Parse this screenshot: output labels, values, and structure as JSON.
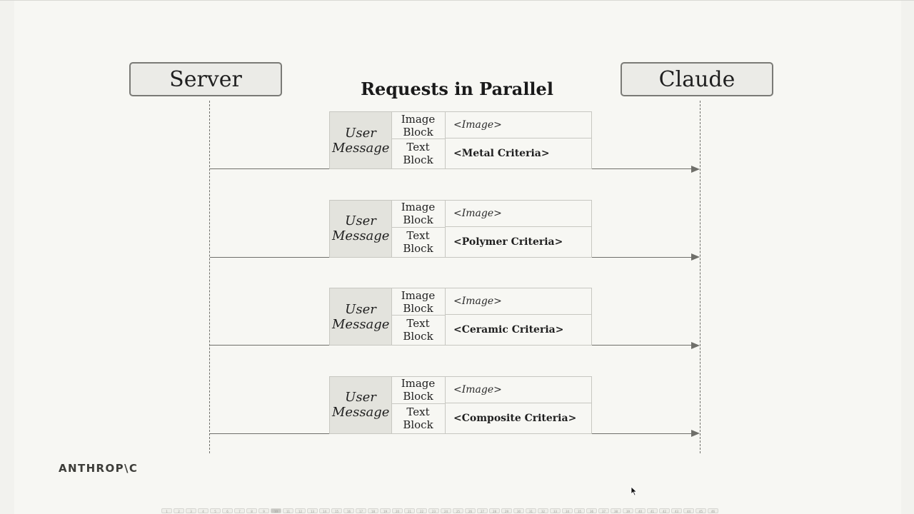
{
  "diagram": {
    "title": "Requests in Parallel",
    "actors": {
      "left": "Server",
      "right": "Claude"
    },
    "requests": [
      {
        "role": [
          "User",
          "Message"
        ],
        "image_block_label": [
          "Image",
          "Block"
        ],
        "image_block_value": "<Image>",
        "text_block_label": [
          "Text",
          "Block"
        ],
        "text_block_value": "<Metal Criteria>"
      },
      {
        "role": [
          "User",
          "Message"
        ],
        "image_block_label": [
          "Image",
          "Block"
        ],
        "image_block_value": "<Image>",
        "text_block_label": [
          "Text",
          "Block"
        ],
        "text_block_value": "<Polymer Criteria>"
      },
      {
        "role": [
          "User",
          "Message"
        ],
        "image_block_label": [
          "Image",
          "Block"
        ],
        "image_block_value": "<Image>",
        "text_block_label": [
          "Text",
          "Block"
        ],
        "text_block_value": "<Ceramic Criteria>"
      },
      {
        "role": [
          "User",
          "Message"
        ],
        "image_block_label": [
          "Image",
          "Block"
        ],
        "image_block_value": "<Image>",
        "text_block_label": [
          "Text",
          "Block"
        ],
        "text_block_value": "<Composite Criteria>"
      }
    ],
    "arrow_color": "#6f6f6a",
    "role_fill": "#e3e3dd"
  },
  "branding": {
    "logo_text": "ANTHROP\\C"
  },
  "pager": {
    "slide_count": 46,
    "active_slide": 10
  },
  "cursor_icon": "mouse-pointer-icon"
}
